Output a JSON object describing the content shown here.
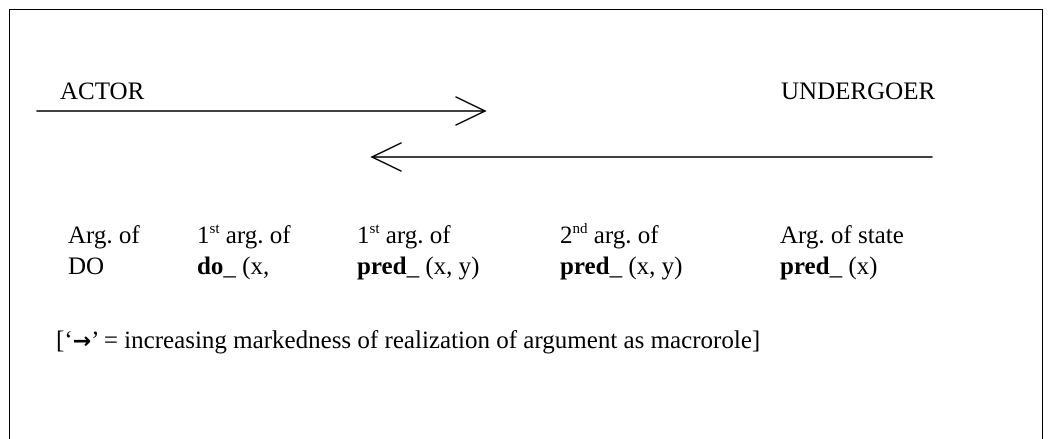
{
  "labels": {
    "actor": "ACTOR",
    "undergoer": "UNDERGOER"
  },
  "columns": [
    {
      "line1": "Arg. of",
      "line2": "DO"
    },
    {
      "line1_ord": "1",
      "line1_sup": "st",
      "line1_rest": " arg. of",
      "line2_bold": "do",
      "line2_rest": "_ (x,"
    },
    {
      "line1_ord": "1",
      "line1_sup": "st",
      "line1_rest": " arg. of",
      "line2_bold": "pred",
      "line2_rest": "_ (x, y)"
    },
    {
      "line1_ord": "2",
      "line1_sup": "nd",
      "line1_rest": " arg. of",
      "line2_bold": "pred",
      "line2_rest": "_ (x, y)"
    },
    {
      "line1": "Arg. of state",
      "line2_bold": "pred",
      "line2_rest": "_ (x)"
    }
  ],
  "legend": {
    "open": "[‘",
    "arrow": "→",
    "rest": "’ = increasing markedness of realization of argument as macrorole]"
  },
  "colors": {
    "line": "#000000",
    "text": "#000000",
    "background": "#ffffff"
  }
}
